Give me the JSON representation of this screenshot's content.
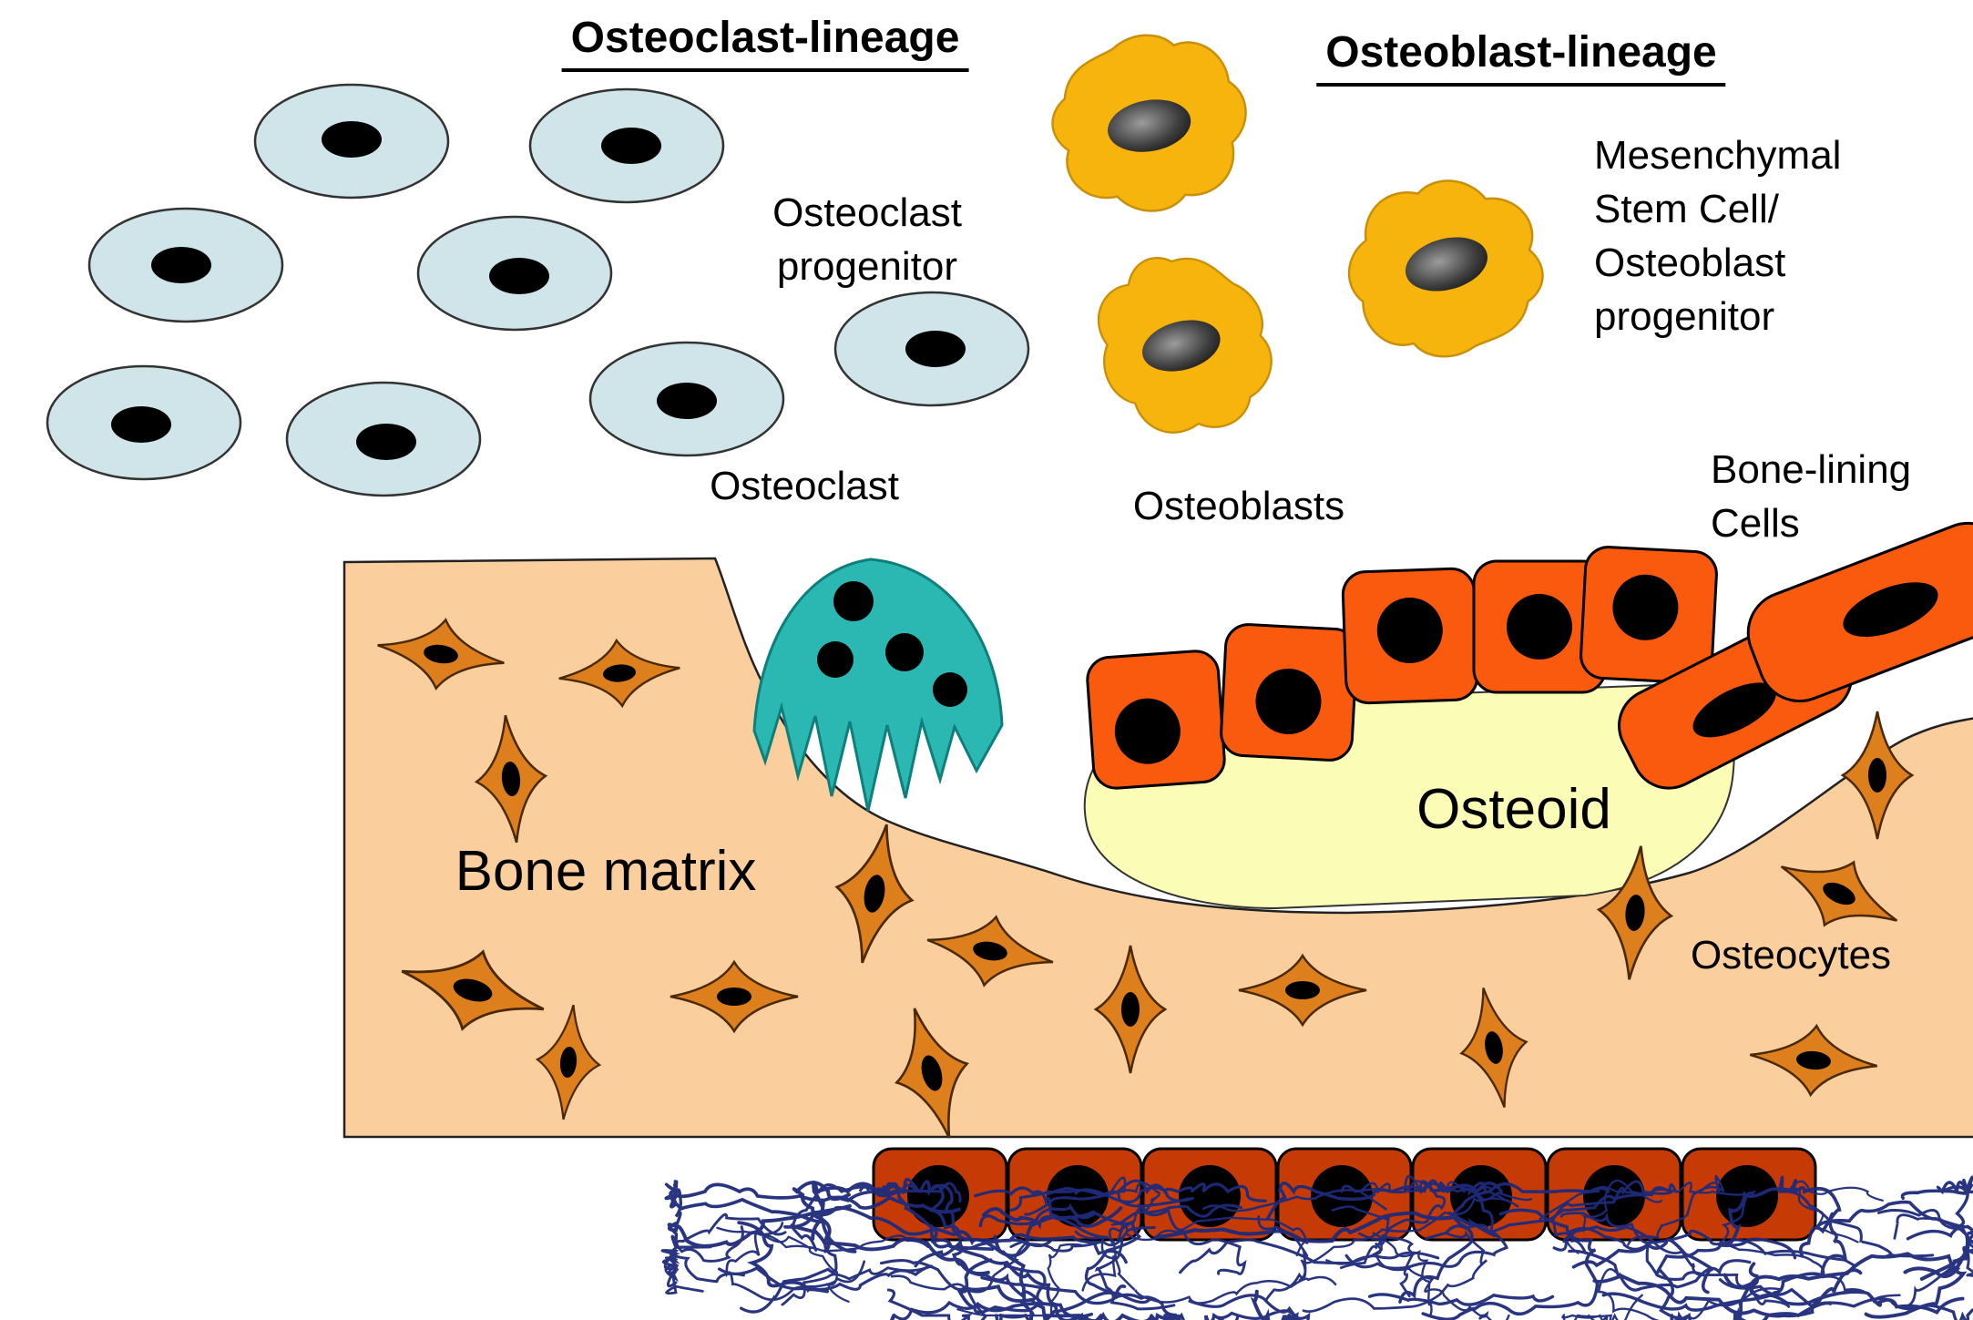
{
  "titles": {
    "osteoclast_lineage": "Osteoclast-lineage",
    "osteoblast_lineage": "Osteoblast-lineage"
  },
  "labels": {
    "osteoclast_progenitor": "Osteoclast\nprogenitor",
    "osteoclast": "Osteoclast",
    "mesenchymal": "Mesenchymal\nStem Cell/\nOsteoblast\nprogenitor",
    "osteoblasts": "Osteoblasts",
    "bone_lining": "Bone-lining\nCells",
    "bone_matrix": "Bone matrix",
    "osteoid": "Osteoid",
    "osteocytes": "Osteocytes"
  },
  "colors": {
    "progenitor_cell": "#cfe5e9",
    "msc_cell": "#f7b40d",
    "osteoclast_cell": "#2bb8b2",
    "bone_matrix": "#fbcf9d",
    "osteoid": "#fbfcb6",
    "osteoblast_cell": "#f95a0e",
    "osteocyte_cell": "#dd7f1c",
    "bone_surface_cell": "#c63a06",
    "collagen_fiber": "#1e2b7b",
    "nucleus": "#000000"
  }
}
